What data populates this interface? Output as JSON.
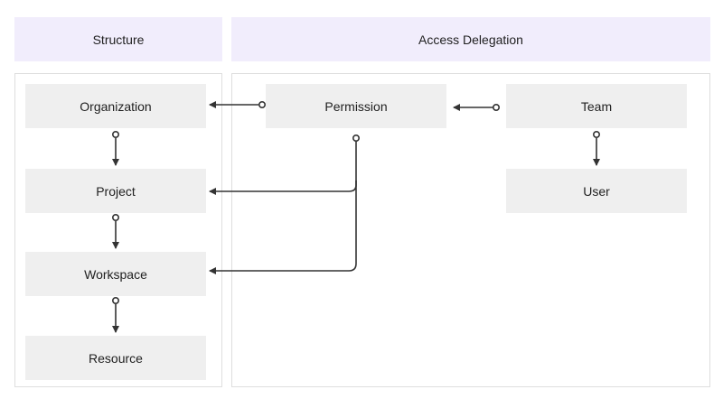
{
  "headers": {
    "structure": "Structure",
    "access_delegation": "Access Delegation"
  },
  "nodes": {
    "organization": "Organization",
    "project": "Project",
    "workspace": "Workspace",
    "resource": "Resource",
    "permission": "Permission",
    "team": "Team",
    "user": "User"
  },
  "colors": {
    "header_bg": "#f1edfc",
    "node_bg": "#efefef",
    "panel_border": "#dedede",
    "connector": "#333333"
  },
  "connections": [
    {
      "from": "organization",
      "to": "project"
    },
    {
      "from": "project",
      "to": "workspace"
    },
    {
      "from": "workspace",
      "to": "resource"
    },
    {
      "from": "permission",
      "to": "organization"
    },
    {
      "from": "permission",
      "to": "project"
    },
    {
      "from": "permission",
      "to": "workspace"
    },
    {
      "from": "team",
      "to": "permission"
    },
    {
      "from": "team",
      "to": "user"
    }
  ]
}
